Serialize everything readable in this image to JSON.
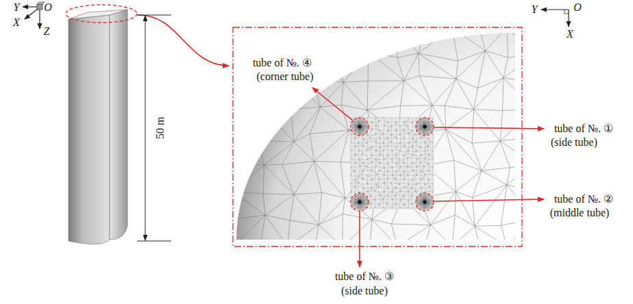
{
  "diagram": {
    "labels": [
      "Y",
      "O",
      "X",
      "Z",
      "50 m",
      "Y",
      "O",
      "X",
      "tube of №. ④",
      "(corner tube)",
      "tube of №. ①",
      "(side tube)",
      "tube of №. ②",
      "(middle tube)",
      "tube of №. ③",
      "(side tube)"
    ]
  }
}
